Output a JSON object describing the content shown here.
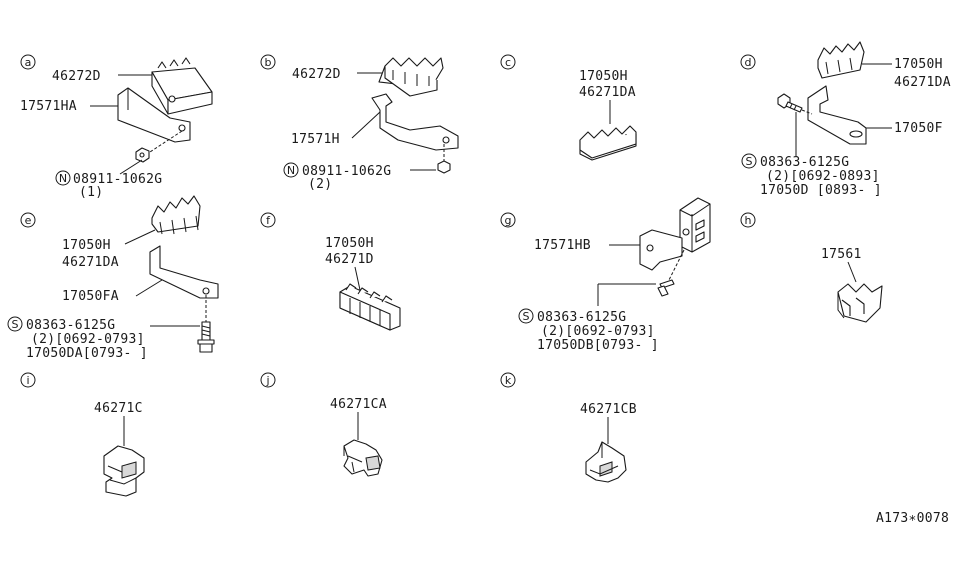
{
  "diagram": {
    "code": "A173∗0078",
    "sections": [
      {
        "letter": "a",
        "labels": [
          "46272D",
          "17571HA",
          "08911-1062G",
          "(1)"
        ],
        "prefix": "N"
      },
      {
        "letter": "b",
        "labels": [
          "46272D",
          "17571H",
          "08911-1062G",
          "(2)"
        ],
        "prefix": "N"
      },
      {
        "letter": "c",
        "labels": [
          "17050H",
          "46271DA"
        ]
      },
      {
        "letter": "d",
        "labels": [
          "17050H",
          "46271DA",
          "17050F",
          "08363-6125G",
          "(2)[0692-0893]",
          "17050D [0893-     ]"
        ],
        "prefix": "S"
      },
      {
        "letter": "e",
        "labels": [
          "17050H",
          "46271DA",
          "17050FA",
          "08363-6125G",
          "(2)[0692-0793]",
          "17050DA[0793-    ]"
        ],
        "prefix": "S"
      },
      {
        "letter": "f",
        "labels": [
          "17050H",
          "46271D"
        ]
      },
      {
        "letter": "g",
        "labels": [
          "17571HB",
          "08363-6125G",
          "(2)[0692-0793]",
          "17050DB[0793-     ]"
        ],
        "prefix": "S"
      },
      {
        "letter": "h",
        "labels": [
          "17561"
        ]
      },
      {
        "letter": "i",
        "labels": [
          "46271C"
        ]
      },
      {
        "letter": "j",
        "labels": [
          "46271CA"
        ]
      },
      {
        "letter": "k",
        "labels": [
          "46271CB"
        ]
      }
    ]
  }
}
